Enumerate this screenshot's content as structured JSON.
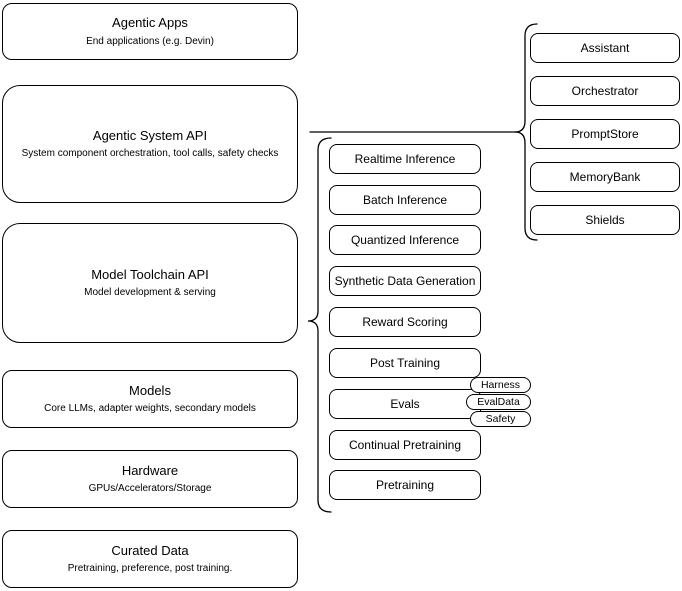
{
  "diagram": {
    "colors": {
      "stroke": "#000000",
      "fill": "#ffffff",
      "background": "#ffffff"
    },
    "left_stack": [
      {
        "title": "Agentic Apps",
        "subtitle": "End applications (e.g. Devin)"
      },
      {
        "title": "Agentic System API",
        "subtitle": "System component orchestration, tool calls, safety checks"
      },
      {
        "title": "Model Toolchain API",
        "subtitle": "Model development & serving"
      },
      {
        "title": "Models",
        "subtitle": "Core LLMs, adapter weights, secondary models"
      },
      {
        "title": "Hardware",
        "subtitle": "GPUs/Accelerators/Storage"
      },
      {
        "title": "Curated Data",
        "subtitle": "Pretraining, preference, post training."
      }
    ],
    "toolchain_services": [
      "Realtime Inference",
      "Batch Inference",
      "Quantized Inference",
      "Synthetic Data Generation",
      "Reward Scoring",
      "Post Training",
      "Evals",
      "Continual Pretraining",
      "Pretraining"
    ],
    "evals_components": [
      "Harness",
      "EvalData",
      "Safety"
    ],
    "agentic_components": [
      "Assistant",
      "Orchestrator",
      "PromptStore",
      "MemoryBank",
      "Shields"
    ]
  }
}
